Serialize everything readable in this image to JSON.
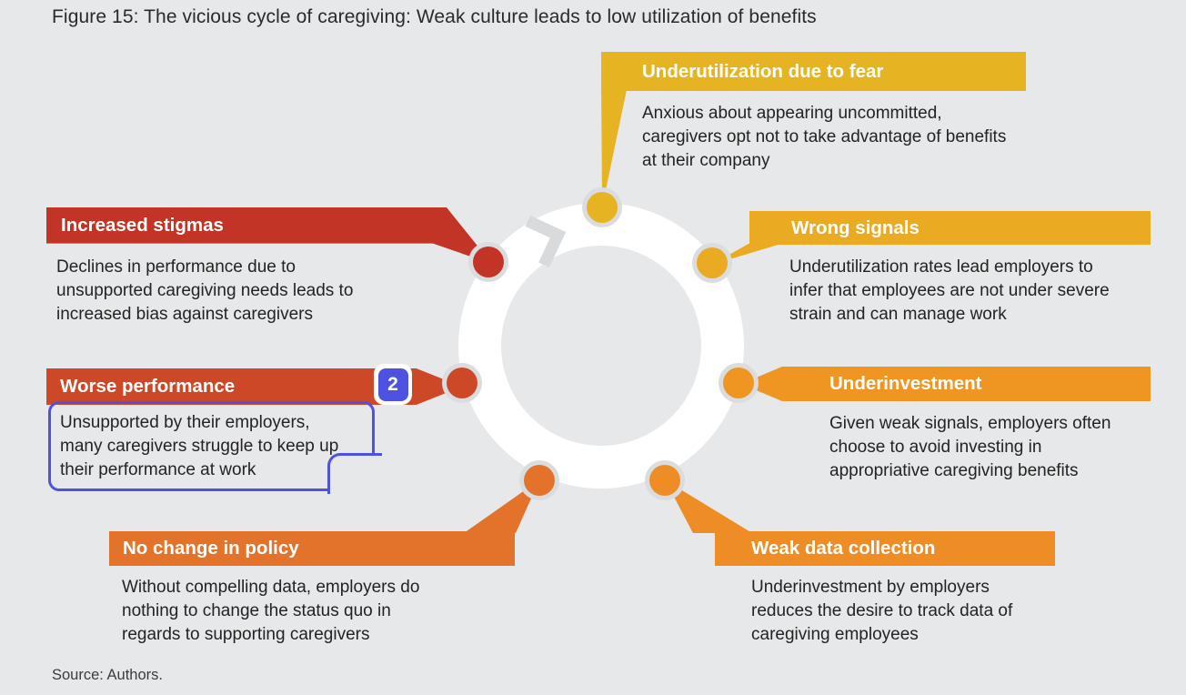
{
  "title": "Figure 15: The vicious cycle of caregiving: Weak culture leads to low utilization of benefits",
  "source": "Source: Authors.",
  "diagram": {
    "type": "cycle",
    "direction": "clockwise",
    "ring_color": "#FFFFFF",
    "background": "#E7E8E9"
  },
  "annotation": {
    "number": "2",
    "color": "#4F51E0",
    "target": "worse-performance description"
  },
  "nodes": [
    {
      "id": "underutilization-due-to-fear",
      "label": "Underutilization due to fear",
      "desc": "Anxious about appearing uncommitted, caregivers opt not to take advantage of benefits at their company",
      "color": "#E6B422"
    },
    {
      "id": "wrong-signals",
      "label": "Wrong signals",
      "desc": "Underutilization rates lead employers to infer that employees are not under severe strain and can manage work",
      "color": "#EAAA21"
    },
    {
      "id": "underinvestment",
      "label": "Underinvestment",
      "desc": "Given weak signals, employers often choose to avoid investing in appropriative caregiving benefits",
      "color": "#EE9522"
    },
    {
      "id": "weak-data-collection",
      "label": "Weak data collection",
      "desc": "Underinvestment by employers reduces the desire to track data of caregiving employees",
      "color": "#EE8C26"
    },
    {
      "id": "no-change-in-policy",
      "label": "No change in policy",
      "desc": "Without compelling data, employers do nothing to change the status quo in regards to supporting caregivers",
      "color": "#E3732B"
    },
    {
      "id": "worse-performance",
      "label": "Worse performance",
      "desc": "Unsupported by their employers, many caregivers struggle to keep up their performance at work",
      "color": "#CC4827"
    },
    {
      "id": "increased-stigmas",
      "label": "Increased stigmas",
      "desc": "Declines in performance due to unsupported caregiving needs leads to increased bias against caregivers",
      "color": "#C23426"
    }
  ]
}
